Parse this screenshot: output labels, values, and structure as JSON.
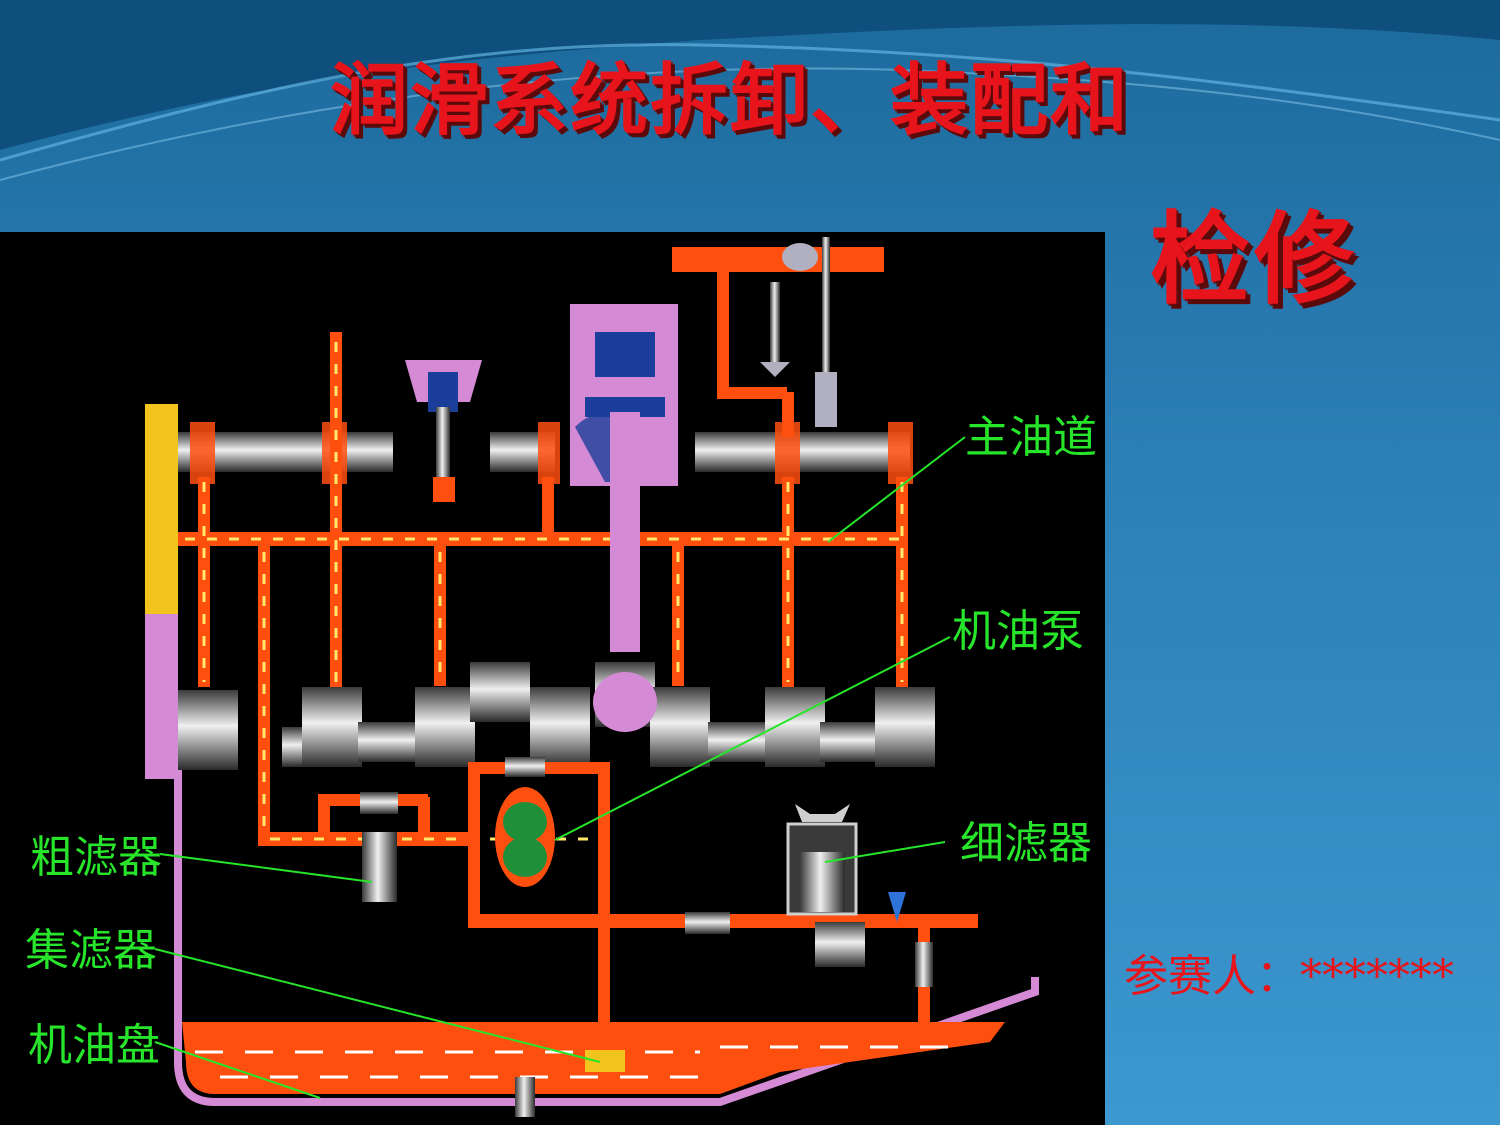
{
  "slide": {
    "title_line1": "润滑系统拆卸、装配和",
    "title_line2": "检修",
    "participant": "参赛人：*******"
  },
  "diagram": {
    "labels": {
      "main_oil_gallery": "主油道",
      "oil_pump": "机油泵",
      "fine_filter": "细滤器",
      "coarse_filter": "粗滤器",
      "strainer": "集滤器",
      "oil_pan": "机油盘"
    },
    "colors": {
      "oil": "#ff4f0f",
      "pan_outline": "#d58ad6",
      "leader_line": "#27e52a",
      "title_red": "#e8141b"
    }
  }
}
